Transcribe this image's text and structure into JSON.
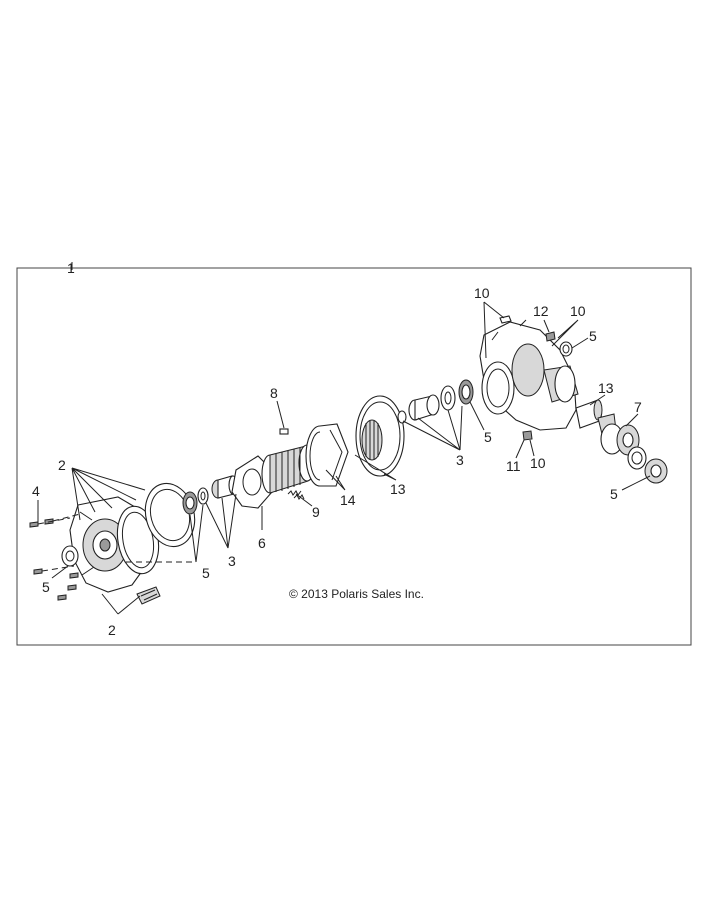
{
  "diagram": {
    "copyright": "© 2013 Polaris Sales Inc.",
    "callouts": {
      "c1": "1",
      "c2a": "2",
      "c2b": "2",
      "c3a": "3",
      "c3b": "3",
      "c4": "4",
      "c5a": "5",
      "c5b": "5",
      "c5c": "5",
      "c5d": "5",
      "c5e": "5",
      "c6": "6",
      "c7": "7",
      "c8": "8",
      "c9": "9",
      "c10a": "10",
      "c10b": "10",
      "c10c": "10",
      "c11": "11",
      "c12": "12",
      "c13a": "13",
      "c13b": "13",
      "c14": "14"
    }
  }
}
